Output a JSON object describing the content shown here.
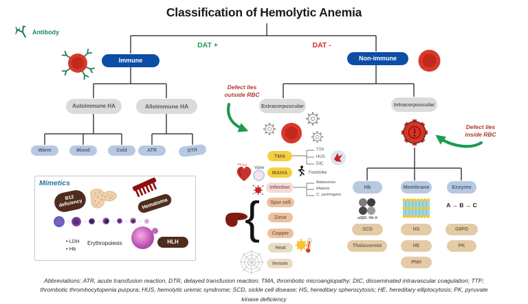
{
  "title": "Classification of Hemolytic Anemia",
  "legend": {
    "antibody": "Antibody"
  },
  "dat": {
    "positive": "DAT +",
    "negative": "DAT -"
  },
  "tree": {
    "immune": "Immune",
    "nonimmune": "Non-immune",
    "autoimmune": "Autoimmune HA",
    "alloimmune": "Alloimmune HA",
    "autoimmune_types": [
      "Warm",
      "Mixed",
      "Cold"
    ],
    "alloimmune_types": [
      "ATR",
      "DTR"
    ],
    "extracorpuscular": "Extracorpuscular",
    "intracorpuscular": "Intracorpuscular"
  },
  "notes": {
    "outside": {
      "line1": "Defect lies",
      "line2": "outside RBC"
    },
    "inside": {
      "line1": "Defect lies",
      "line2": "inside RBC"
    }
  },
  "extra": {
    "pills": [
      "TMA",
      "MAHA",
      "Infection",
      "Spur cell",
      "Zieve",
      "Copper",
      "Heat",
      "Venom"
    ],
    "tma_sub": [
      "TTP",
      "HUS",
      "DIC"
    ],
    "infection_sub": [
      "Babesiosis",
      "Malaria",
      "C. perfringens"
    ],
    "valve": "Valve",
    "footstrike": "Footstrike",
    "brace": "{"
  },
  "intra": {
    "columns": [
      "Hb",
      "Membrane",
      "Enzyme"
    ],
    "hb_caption": "α2β2: Hb A",
    "enzyme_caption": "A → B → C",
    "hb_items": [
      "SCD",
      "Thalassemia"
    ],
    "membrane_items": [
      "HS",
      "HE",
      "PNH"
    ],
    "enzyme_items": [
      "G6PD",
      "PK"
    ]
  },
  "mimetics": {
    "title": "Mimetics",
    "b12": "B12 deficiency",
    "hematoma": "Hematoma",
    "hlh": "HLH",
    "bullets": [
      "LDH",
      "Hb"
    ],
    "erythropoiesis": "Erythropoiesis",
    "arrow": "→"
  },
  "footer": "Abbreviations: ATR, acute transfusion reaction, DTR, delayed transfusion reaction; TMA, thrombotic microangiopathy; DIC, disseminated intravascular coagulation; TTP; thrombotic thrombocytopenia purpura; HUS, hemolytic uremic syndrome; SCD, sickle cell disease; HS, hereditary spherocytosis; HE, hereditary elliptocytosis; PK, pyruvate kinase deficiency",
  "colors": {
    "immune_pill": "#0C4DA6",
    "gray_pill": "#DBDBDB",
    "light_blue_pill": "#B7C9E1",
    "yellow_pill": "#F6CF3F",
    "pink_pill": "#F6DAD6",
    "salmon_pill": "#EDC09E",
    "beige_pill": "#E9DCC4",
    "tan_pill": "#E4CBA6",
    "brown_pill": "#4F2C1E",
    "green_accent": "#1D9B4F",
    "red_accent": "#E02222",
    "dark_red_note": "#AF3A2B",
    "mimetics_blue": "#2273A8",
    "rbc_red": "#D8392B"
  }
}
